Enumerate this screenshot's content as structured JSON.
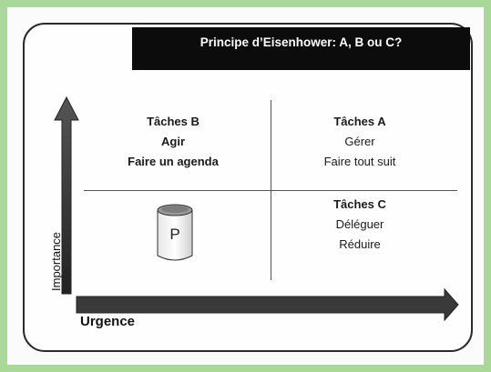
{
  "title": "Principe d’Eisenhower: A, B ou C?",
  "quadrant_b": {
    "line1": "Tâches B",
    "line2": "Agir",
    "line3": "Faire un agenda"
  },
  "quadrant_a": {
    "line1": "Tâches A",
    "line2": "Gérer",
    "line3": "Faire tout suit"
  },
  "quadrant_c": {
    "line1": "Tâches C",
    "line2": "Déléguer",
    "line3": "Réduire"
  },
  "cylinder_label": "P",
  "axis_y_label": "Importance",
  "axis_x_label": "Urgence"
}
